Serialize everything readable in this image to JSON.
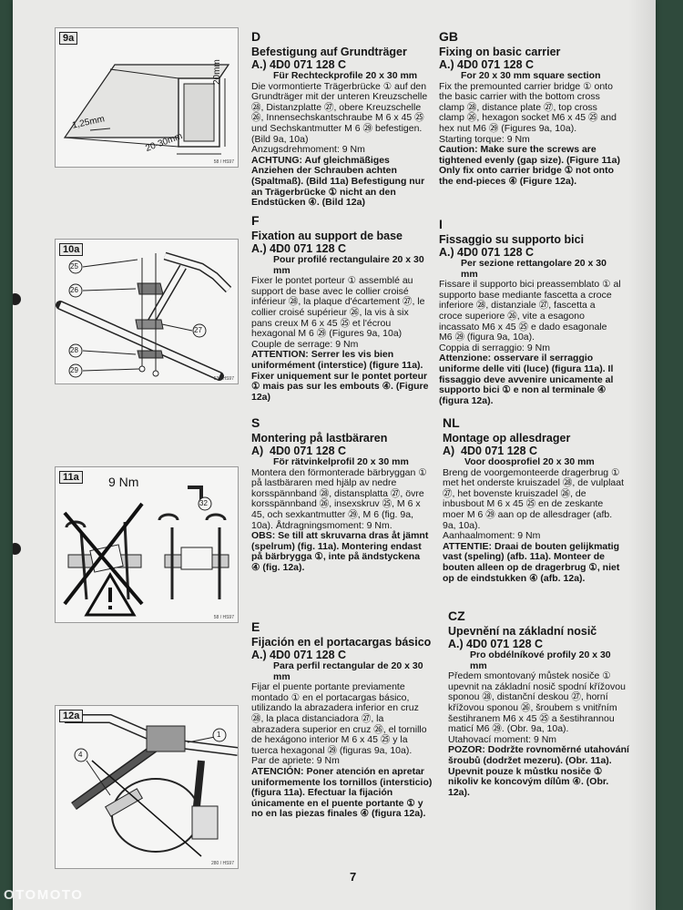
{
  "watermark": "OTOMOTO",
  "page_number": "7",
  "figures": {
    "f9a": {
      "label": "9a",
      "dim_h": "20mm",
      "dim_w": "20-30mm",
      "dim_t": "1,25mm",
      "code": "58 / HS97"
    },
    "f10a": {
      "label": "10a",
      "callouts": [
        "25",
        "26",
        "27",
        "28",
        "29"
      ],
      "code": "53 / HS97"
    },
    "f11a": {
      "label": "11a",
      "torque": "9 Nm",
      "tool": "32",
      "code": "58 / HS97"
    },
    "f12a": {
      "label": "12a",
      "callouts": [
        "1",
        "4"
      ],
      "code": "280 / HS97"
    }
  },
  "sections": {
    "D": {
      "lang": "D",
      "title": "Befestigung auf Grundträger",
      "prefix": "A.)",
      "part": "4D0 071 128 C",
      "sub": "Für Rechteckprofile 20 x 30 mm",
      "text": "Die vormontierte Trägerbrücke ① auf den Grundträger mit der unteren Kreuzschelle ㉘, Distanzplatte ㉗, obere Kreuzschelle ㉖, Innensechskantschraube M 6 x 45 ㉕ und Sechskantmutter M 6 ㉙ befestigen. (Bild 9a, 10a)",
      "extra": "Anzugsdrehmoment: 9 Nm",
      "bold": "ACHTUNG: Auf gleichmäßiges Anziehen der Schrauben achten (Spaltmaß). (Bild 11a) Befestigung nur an Trägerbrücke ① nicht an den Endstücken ④. (Bild 12a)"
    },
    "GB": {
      "lang": "GB",
      "title": "Fixing on basic carrier",
      "prefix": "A.)",
      "part": "4D0 071 128 C",
      "sub": "For 20 x 30 mm square section",
      "text": "Fix the premounted carrier bridge ① onto the basic carrier with the bottom cross clamp ㉘, distance plate ㉗, top cross clamp ㉖, hexagon socket M6 x 45 ㉕ and hex nut M6 ㉙ (Figures 9a, 10a).",
      "extra": "Starting torque: 9 Nm",
      "bold": "Caution: Make sure the screws are tightened evenly (gap size). (Figure 11a) Only fix onto carrier bridge ① not onto the end-pieces ④ (Figure 12a)."
    },
    "F": {
      "lang": "F",
      "title": "Fixation au support de base",
      "prefix": "A.)",
      "part": "4D0 071 128 C",
      "sub": "Pour profilé rectangulaire 20 x 30 mm",
      "text": "Fixer le pontet porteur ① assemblé au support de base avec le collier croisé inférieur ㉘, la plaque d'écartement ㉗, le collier croisé supérieur ㉖, la vis à six pans creux M 6 x 45 ㉕ et l'écrou hexagonal M 6 ㉙ (Figures 9a, 10a)",
      "extra": "Couple de serrage: 9 Nm",
      "bold": "ATTENTION: Serrer les vis bien uniformément (interstice) (figure 11a). Fixer uniquement sur le pontet porteur ① mais pas sur les embouts ④. (Figure 12a)"
    },
    "I": {
      "lang": "I",
      "title": "Fissaggio su supporto bici",
      "prefix": "A.)",
      "part": "4D0 071 128 C",
      "sub": "Per sezione rettangolare 20 x 30 mm",
      "text": "Fissare il supporto bici preassemblato ① al supporto base mediante fascetta a croce inferiore ㉘, distanziale ㉗, fascetta a croce superiore ㉖, vite a esagono incassato M6 x 45 ㉕ e dado esagonale M6 ㉙ (figura 9a, 10a).",
      "extra": "Coppia di serraggio: 9 Nm",
      "bold": "Attenzione: osservare il serraggio uniforme delle viti (luce) (figura 11a). Il fissaggio deve avvenire unicamente al supporto bici ① e non al terminale ④ (figura 12a)."
    },
    "S": {
      "lang": "S",
      "title": "Montering på lastbäraren",
      "prefix": "A)",
      "part": "4D0 071 128 C",
      "sub": "För rätvinkelprofil 20 x 30 mm",
      "text": "Montera den förmonterade bärbryggan ① på lastbäraren med hjälp av nedre korsspännband ㉘, distansplatta ㉗, övre korsspännband ㉖, insexskruv ㉕, M 6 x 45, och sexkantmutter ㉙, M 6 (fig. 9a, 10a). Åtdragningsmoment: 9 Nm.",
      "extra": "",
      "bold": "OBS: Se till att skruvarna dras åt jämnt (spelrum) (fig. 11a). Montering endast på bärbrygga ①, inte på ändstyckena ④ (fig. 12a)."
    },
    "NL": {
      "lang": "NL",
      "title": "Montage op allesdrager",
      "prefix": "A)",
      "part": "4D0 071 128 C",
      "sub": "Voor doosprofiel 20 x 30 mm",
      "text": "Breng de voorgemonteerde dragerbrug ① met het onderste kruiszadel ㉘, de vulplaat ㉗, het bovenste kruiszadel ㉖, de inbusbout M 6 x 45 ㉕ en de zeskante moer M 6 ㉙ aan op de allesdrager (afb. 9a, 10a).",
      "extra": "Aanhaalmoment: 9 Nm",
      "bold": "ATTENTIE: Draai de bouten gelijkmatig vast (speling) (afb. 11a). Monteer de bouten alleen op de dragerbrug ①, niet op de eindstukken ④ (afb. 12a)."
    },
    "E": {
      "lang": "E",
      "title": "Fijación en el portacargas básico",
      "prefix": "A.)",
      "part": "4D0 071 128 C",
      "sub": "Para perfil rectangular de 20 x 30 mm",
      "text": "Fijar el puente portante previamente montado ① en el portacargas básico, utilizando la abrazadera inferior en cruz ㉘, la placa distanciadora ㉗, la abrazadera superior en cruz ㉖, el tornillo de hexágono interior M 6 x 45 ㉕ y la tuerca hexagonal ㉙ (figuras 9a, 10a).",
      "extra": "Par de apriete: 9 Nm",
      "bold": "ATENCIÓN: Poner atención en apretar uniformemente los tornillos (intersticio) (figura 11a). Efectuar la fijación únicamente en el puente portante ① y no en las piezas finales ④ (figura 12a)."
    },
    "CZ": {
      "lang": "CZ",
      "title": "Upevnění na základní nosič",
      "prefix": "A.)",
      "part": "4D0 071 128 C",
      "sub": "Pro obdélníkové profily 20 x 30 mm",
      "text": "Předem smontovaný můstek nosiče ① upevnit na základní nosič spodní křížovou sponou ㉘, distanční deskou ㉗, horní křížovou sponou ㉖, šroubem s vnitřním šestihranem M6 x 45 ㉕ a šestihrannou maticí M6 ㉙. (Obr. 9a, 10a).",
      "extra": "Utahovací moment: 9 Nm",
      "bold": "POZOR: Dodržte rovnoměrné utahování šroubů (dodržet mezeru). (Obr. 11a). Upevnit pouze k můstku nosiče ① nikoliv ke koncovým dílům ④. (Obr. 12a)."
    }
  }
}
